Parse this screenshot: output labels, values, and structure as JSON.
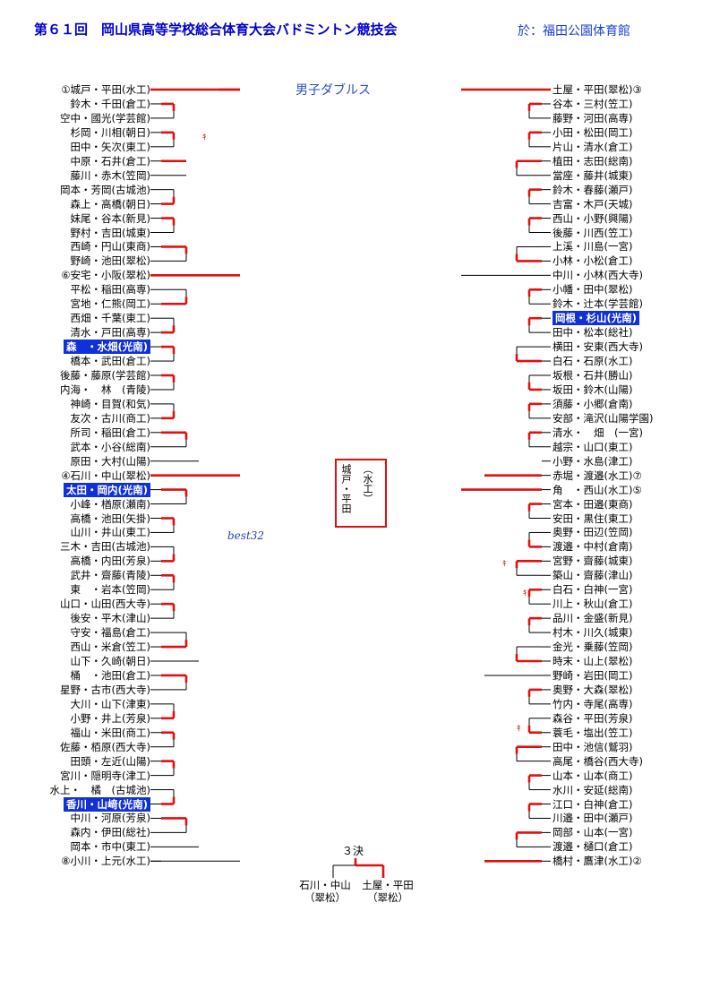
{
  "header": {
    "title": "第６１回　岡山県高等学校総合体育大会バドミントン競技会",
    "venue": "於：福田公園体育館",
    "event": "男子ダブルス"
  },
  "left_entries": [
    {
      "name": "①城戸・平田(水工)"
    },
    {
      "name": "鈴木・千田(倉工)"
    },
    {
      "name": "空中・國光(学芸館)"
    },
    {
      "name": "杉岡・川相(朝日)"
    },
    {
      "name": "田中・矢次(東工)"
    },
    {
      "name": "中原・石井(倉工)"
    },
    {
      "name": "藤川・赤木(笠岡)"
    },
    {
      "name": "岡本・芳岡(古城池)"
    },
    {
      "name": "森上・高橋(朝日)"
    },
    {
      "name": "妹尾・谷本(新見)"
    },
    {
      "name": "野村・吉田(城東)"
    },
    {
      "name": "西崎・円山(東商)"
    },
    {
      "name": "野崎・池田(翠松)"
    },
    {
      "name": "⑥安宅・小阪(翠松)"
    },
    {
      "name": "平松・稲田(高専)"
    },
    {
      "name": "宮地・仁熊(岡工)"
    },
    {
      "name": "西畑・千葉(東工)"
    },
    {
      "name": "清水・戸田(高専)"
    },
    {
      "name": "森　・水畑(光南)",
      "highlight": true
    },
    {
      "name": "橋本・武田(倉工)"
    },
    {
      "name": "後藤・藤原(学芸館)"
    },
    {
      "name": "内海・　林　(青陵)"
    },
    {
      "name": "神崎・目賀(和気)"
    },
    {
      "name": "友次・古川(商工)"
    },
    {
      "name": "所司・稲田(倉工)"
    },
    {
      "name": "武本・小谷(総南)"
    },
    {
      "name": "原田・大村(山陽)"
    },
    {
      "name": "④石川・中山(翠松)"
    },
    {
      "name": "太田・岡内(光南)",
      "highlight": true
    },
    {
      "name": "小峰・楢原(瀬南)"
    },
    {
      "name": "高橋・池田(矢掛)"
    },
    {
      "name": "山川・井山(東工)"
    },
    {
      "name": "三木・吉田(古城池)"
    },
    {
      "name": "高橋・内田(芳泉)"
    },
    {
      "name": "武井・齋藤(青陵)"
    },
    {
      "name": "東　・岩本(笠岡)"
    },
    {
      "name": "山口・山田(西大寺)"
    },
    {
      "name": "後安・平木(津山)"
    },
    {
      "name": "守安・福島(倉工)"
    },
    {
      "name": "西山・米倉(笠工)"
    },
    {
      "name": "山下・久崎(朝日)"
    },
    {
      "name": "桶　・池田(倉工)"
    },
    {
      "name": "星野・古市(西大寺)"
    },
    {
      "name": "大川・山下(津東)"
    },
    {
      "name": "小野・井上(芳泉)"
    },
    {
      "name": "福山・米田(商工)"
    },
    {
      "name": "佐藤・栢原(西大寺)"
    },
    {
      "name": "田頭・左近(山陽)"
    },
    {
      "name": "宮川・隠明寺(津工)"
    },
    {
      "name": "水上・　橘　(古城池)"
    },
    {
      "name": "香川・山﨑(光南)",
      "highlight": true
    },
    {
      "name": "中川・河原(芳泉)"
    },
    {
      "name": "森内・伊田(総社)"
    },
    {
      "name": "岡本・市中(東工)"
    },
    {
      "name": "⑧小川・上元(水工)"
    }
  ],
  "right_entries": [
    {
      "name": "土屋・平田(翠松)③"
    },
    {
      "name": "谷本・三村(笠工)"
    },
    {
      "name": "藤野・河田(高専)"
    },
    {
      "name": "小田・松田(岡工)"
    },
    {
      "name": "片山・清水(倉工)"
    },
    {
      "name": "植田・志田(総南)"
    },
    {
      "name": "當座・藤井(城東)"
    },
    {
      "name": "鈴木・春藤(瀬戸)"
    },
    {
      "name": "吉富・木戸(天城)"
    },
    {
      "name": "西山・小野(興陽)"
    },
    {
      "name": "後藤・川西(笠工)"
    },
    {
      "name": "上溪・川島(一宮)"
    },
    {
      "name": "小林・小松(倉工)"
    },
    {
      "name": "中川・小林(西大寺)"
    },
    {
      "name": "小幡・田中(翠松)"
    },
    {
      "name": "鈴木・辻本(学芸館)"
    },
    {
      "name": "岡根・杉山(光南)",
      "highlight": true
    },
    {
      "name": "田中・松本(総社)"
    },
    {
      "name": "横田・安東(西大寺)"
    },
    {
      "name": "白石・石原(水工)"
    },
    {
      "name": "坂根・石井(勝山)"
    },
    {
      "name": "坂田・鈴木(山陽)"
    },
    {
      "name": "須藤・小郷(倉南)"
    },
    {
      "name": "安部・滝沢(山陽学園)"
    },
    {
      "name": "清水・　畑　(一宮)"
    },
    {
      "name": "越宗・山口(東工)"
    },
    {
      "name": "小野・水島(津工)"
    },
    {
      "name": "赤堀・渡邉(水工)⑦"
    },
    {
      "name": "角　・西山(水工)⑤"
    },
    {
      "name": "宮本・田邉(東商)"
    },
    {
      "name": "安田・黒住(東工)"
    },
    {
      "name": "奥野・田辺(笠岡)"
    },
    {
      "name": "渡邉・中村(倉南)"
    },
    {
      "name": "宮野・齋藤(城東)"
    },
    {
      "name": "築山・齋藤(津山)"
    },
    {
      "name": "白石・白神(一宮)"
    },
    {
      "name": "川上・秋山(倉工)"
    },
    {
      "name": "品川・金盛(新見)"
    },
    {
      "name": "村木・川久(城東)"
    },
    {
      "name": "金光・乗藤(笠岡)"
    },
    {
      "name": "時末・山上(翠松)"
    },
    {
      "name": "野崎・岩田(岡工)"
    },
    {
      "name": "奥野・大森(翠松)"
    },
    {
      "name": "竹内・寺尾(高専)"
    },
    {
      "name": "森谷・平田(芳泉)"
    },
    {
      "name": "蓑毛・塩出(笠工)"
    },
    {
      "name": "田中・池信(鷲羽)"
    },
    {
      "name": "高尾・橋谷(西大寺)"
    },
    {
      "name": "山本・山本(商工)"
    },
    {
      "name": "水川・安延(総南)"
    },
    {
      "name": "江口・白神(倉工)"
    },
    {
      "name": "川邉・田中(瀬戸)"
    },
    {
      "name": "岡部・山本(一宮)"
    },
    {
      "name": "渡邉・樋口(倉工)"
    },
    {
      "name": "橋村・鷹津(水工)②"
    }
  ],
  "champion": {
    "name": "城戸・平田",
    "school": "（水工）"
  },
  "best_label": "best32",
  "kiken_mark": "ｷ",
  "third_place": {
    "title": "３決",
    "left_name": "石川・中山",
    "left_school": "（翠松）",
    "right_name": "土屋・平田",
    "right_school": "（翠松）"
  },
  "colors": {
    "bracket_red": "#e01010",
    "line_gray": "#000000",
    "highlight_bg": "#1030d8",
    "title_blue": "#0000cc"
  }
}
